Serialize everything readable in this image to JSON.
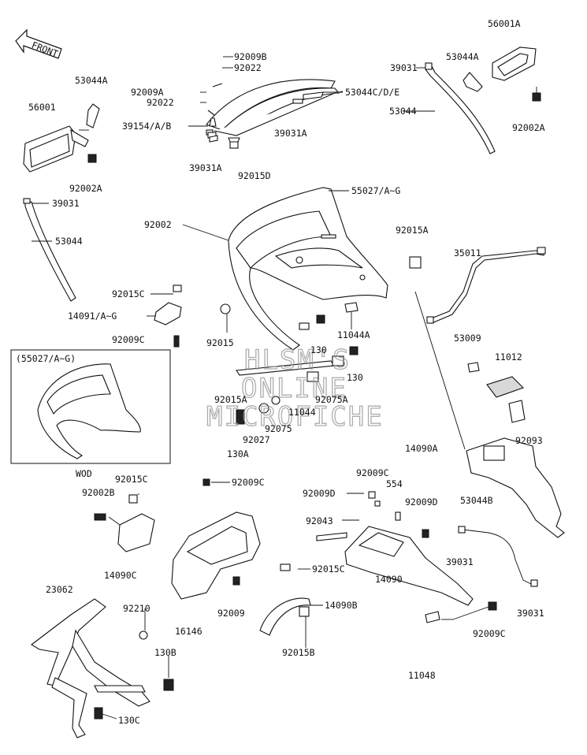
{
  "front_marker": "FRONT",
  "inset_title": "(55027/A~G)",
  "inset_caption": "WOD",
  "watermark": [
    "HLSM'S",
    "ONLINE",
    "MICROFICHE"
  ],
  "labels": {
    "l56001A": "56001A",
    "l39031_tr": "39031",
    "l53044A_tr": "53044A",
    "l53044_tr": "53044",
    "l92002A_tr": "92002A",
    "l92009B": "92009B",
    "l92022_t": "92022",
    "l92009A": "92009A",
    "l92022_m": "92022",
    "l53044CDE": "53044C/D/E",
    "l39154AB": "39154/A/B",
    "l39031A_r": "39031A",
    "l39031A_b": "39031A",
    "l92015D": "92015D",
    "l53044A_l": "53044A",
    "l56001": "56001",
    "l92002A_l": "92002A",
    "l39031_l": "39031",
    "l53044_l": "53044",
    "l92002": "92002",
    "l55027AG": "55027/A~G",
    "l92015A_r": "92015A",
    "l35011": "35011",
    "l92015C_l": "92015C",
    "l14091AG": "14091/A~G",
    "l92009C_l": "92009C",
    "l92015": "92015",
    "l11044A": "11044A",
    "l130_a": "130",
    "l130_b": "130",
    "l92015A_c": "92015A",
    "l92075A": "92075A",
    "l11044": "11044",
    "l92075": "92075",
    "l92027": "92027",
    "l130A": "130A",
    "l53009": "53009",
    "l11012": "11012",
    "l92093": "92093",
    "l14090A": "14090A",
    "l92015C_m": "92015C",
    "l92002B": "92002B",
    "l14090C": "14090C",
    "l92009C_m": "92009C",
    "l92009C_c": "92009C",
    "l554": "554",
    "l92009D_l": "92009D",
    "l92009D_r": "92009D",
    "l92043": "92043",
    "l53044B": "53044B",
    "l39031_r1": "39031",
    "l39031_r2": "39031",
    "l92015C_c": "92015C",
    "l14090": "14090",
    "l92009_c": "92009",
    "l16146": "16146",
    "l14090B": "14090B",
    "l92015B": "92015B",
    "l92009C_r": "92009C",
    "l11048": "11048",
    "l23062": "23062",
    "l92210": "92210",
    "l130B": "130B",
    "l130C": "130C"
  }
}
